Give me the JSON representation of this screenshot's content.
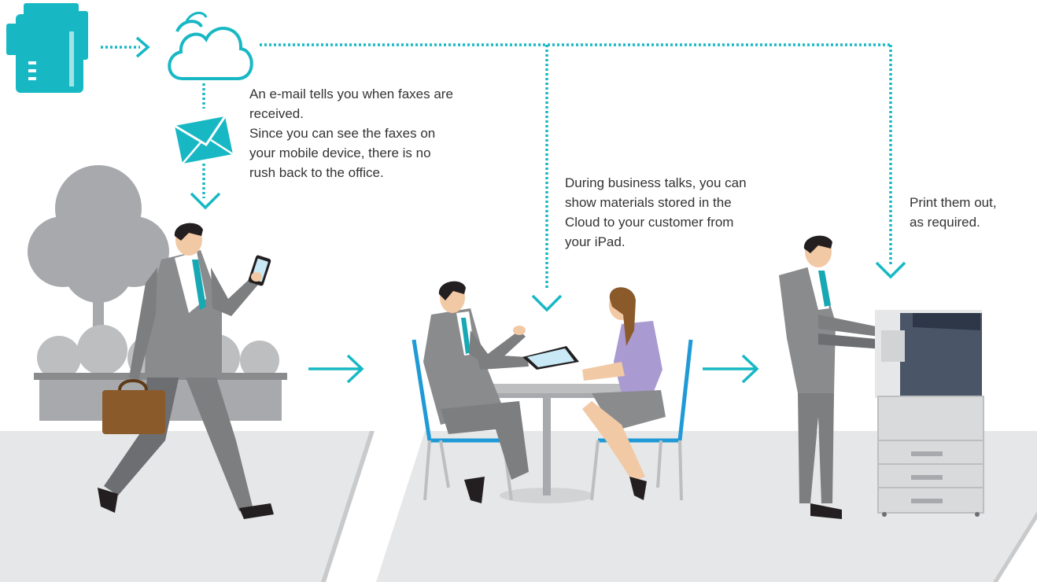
{
  "captions": {
    "email_notice": {
      "lines": [
        "An e-mail tells you when faxes are",
        "received.",
        "Since you can see the faxes on",
        "your mobile device, there is no",
        "rush back to the office."
      ]
    },
    "business_talks": {
      "lines": [
        "During business talks, you can",
        "show materials stored in the",
        "Cloud to your customer from",
        "your iPad."
      ]
    },
    "print_out": {
      "lines": [
        "Print them out,",
        "as required."
      ]
    }
  },
  "colors": {
    "accent_teal": "#17b8c4",
    "suit_gray": "#8a8b8d",
    "platform_gray": "#e6e7e8",
    "chair_blue": "#1f9ad6",
    "briefcase_brown": "#8b5a2b",
    "text": "#333333"
  },
  "icons": [
    "fax-machine-icon",
    "cloud-icon",
    "envelope-icon",
    "tablet-icon",
    "smartphone-icon"
  ]
}
